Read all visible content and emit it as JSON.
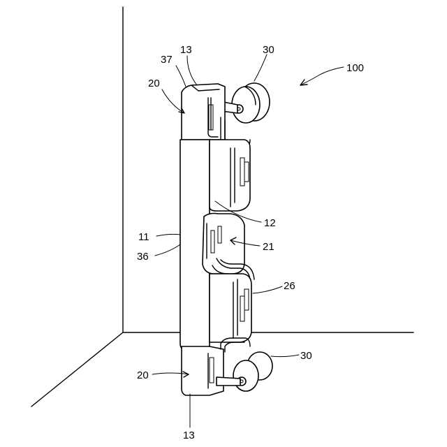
{
  "figure": {
    "labels": {
      "l100": "100",
      "l13_top": "13",
      "l37": "37",
      "l30_top": "30",
      "l20_top": "20",
      "l12": "12",
      "l11": "11",
      "l21": "21",
      "l36": "36",
      "l26": "26",
      "l30_bottom": "30",
      "l20_bottom": "20",
      "l13_bottom": "13"
    }
  }
}
